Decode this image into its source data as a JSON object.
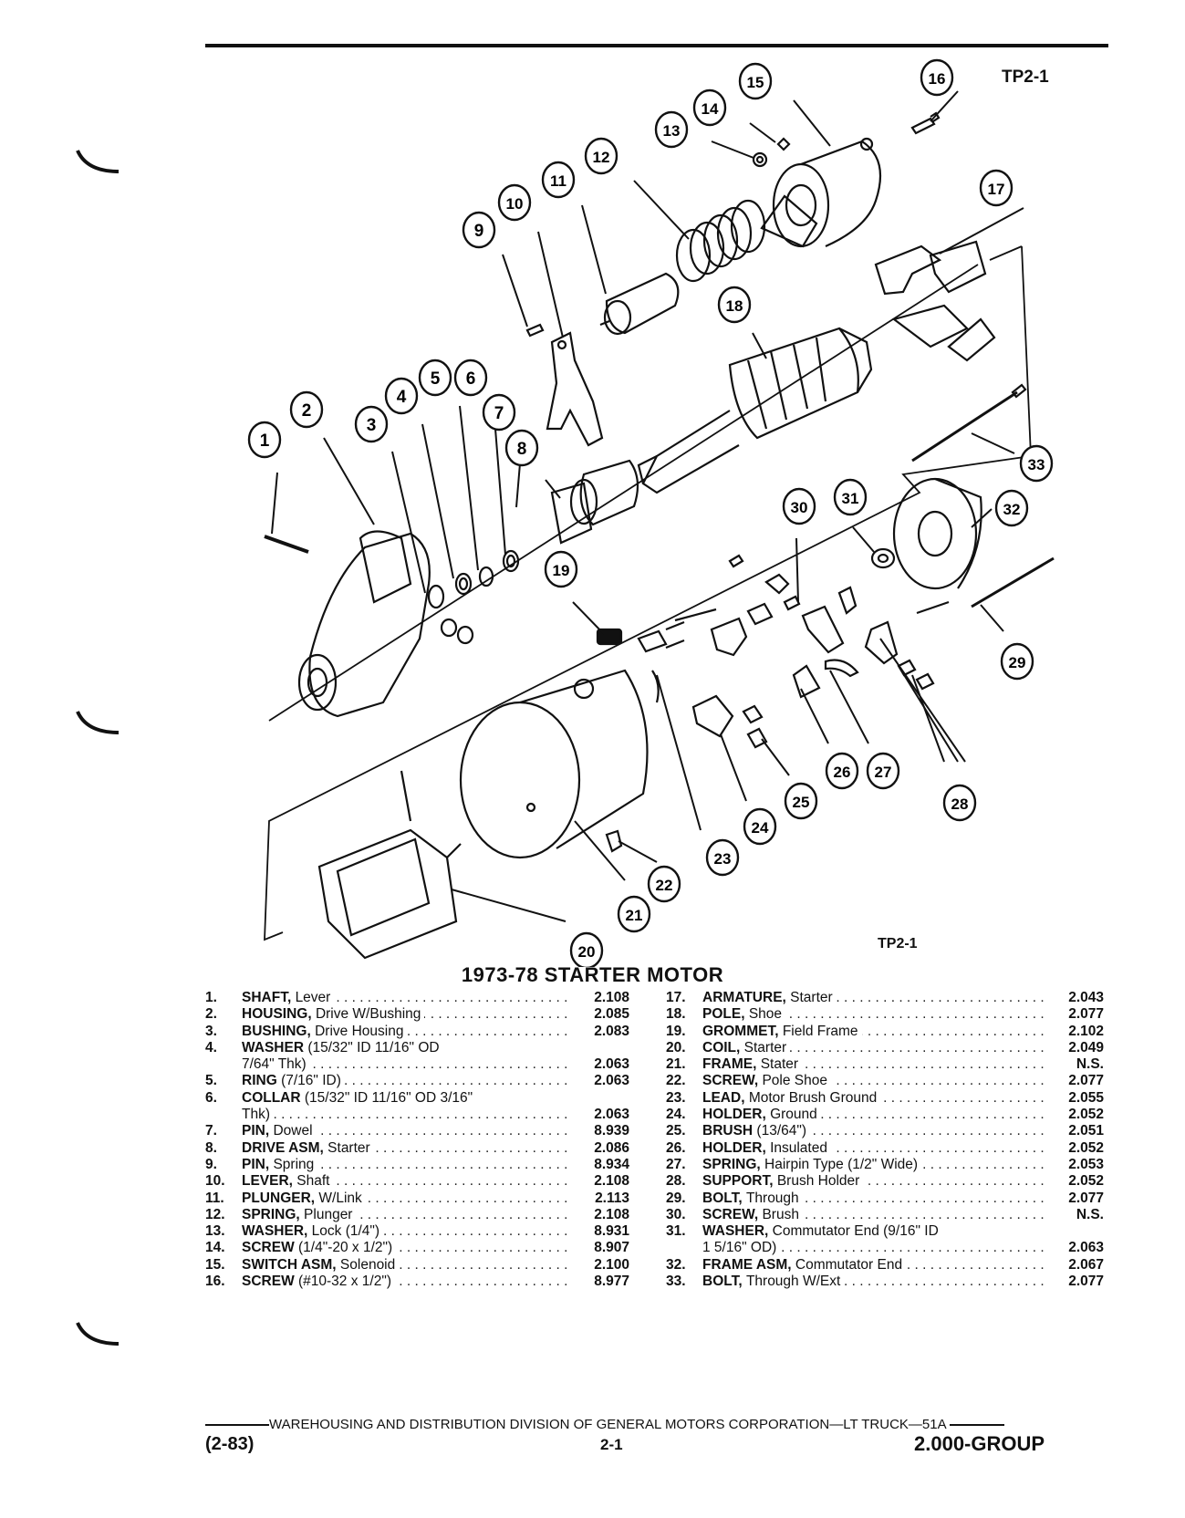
{
  "figure_code": "TP2-1",
  "title": "1973-78 STARTER MOTOR",
  "callouts": [
    "1",
    "2",
    "3",
    "4",
    "5",
    "6",
    "7",
    "8",
    "9",
    "10",
    "11",
    "12",
    "13",
    "14",
    "15",
    "16",
    "17",
    "18",
    "19",
    "20",
    "21",
    "22",
    "23",
    "24",
    "25",
    "26",
    "27",
    "28",
    "29",
    "30",
    "31",
    "32",
    "33"
  ],
  "parts_left": [
    {
      "num": "1.",
      "name": "SHAFT,",
      "desc": "Lever",
      "code": "2.108"
    },
    {
      "num": "2.",
      "name": "HOUSING,",
      "desc": "Drive W/Bushing",
      "code": "2.085"
    },
    {
      "num": "3.",
      "name": "BUSHING,",
      "desc": "Drive Housing",
      "code": "2.083"
    },
    {
      "num": "4.",
      "name": "WASHER",
      "desc": "(15/32\" ID 11/16\" OD",
      "code": ""
    },
    {
      "num": "",
      "name": "",
      "desc": "7/64\" Thk)",
      "code": "2.063"
    },
    {
      "num": "5.",
      "name": "RING",
      "desc": "(7/16\" ID)",
      "code": "2.063"
    },
    {
      "num": "6.",
      "name": "COLLAR",
      "desc": "(15/32\" ID 11/16\" OD 3/16\"",
      "code": ""
    },
    {
      "num": "",
      "name": "",
      "desc": "Thk)",
      "code": "2.063"
    },
    {
      "num": "7.",
      "name": "PIN,",
      "desc": "Dowel",
      "code": "8.939"
    },
    {
      "num": "8.",
      "name": "DRIVE ASM,",
      "desc": "Starter",
      "code": "2.086"
    },
    {
      "num": "9.",
      "name": "PIN,",
      "desc": "Spring",
      "code": "8.934"
    },
    {
      "num": "10.",
      "name": "LEVER,",
      "desc": "Shaft",
      "code": "2.108"
    },
    {
      "num": "11.",
      "name": "PLUNGER,",
      "desc": "W/Link",
      "code": "2.113"
    },
    {
      "num": "12.",
      "name": "SPRING,",
      "desc": "Plunger",
      "code": "2.108"
    },
    {
      "num": "13.",
      "name": "WASHER,",
      "desc": "Lock (1/4\")",
      "code": "8.931"
    },
    {
      "num": "14.",
      "name": "SCREW",
      "desc": "(1/4\"-20 x 1/2\")",
      "code": "8.907"
    },
    {
      "num": "15.",
      "name": "SWITCH ASM,",
      "desc": "Solenoid",
      "code": "2.100"
    },
    {
      "num": "16.",
      "name": "SCREW",
      "desc": "(#10-32 x 1/2\")",
      "code": "8.977"
    }
  ],
  "parts_right": [
    {
      "num": "17.",
      "name": "ARMATURE,",
      "desc": "Starter",
      "code": "2.043"
    },
    {
      "num": "18.",
      "name": "POLE,",
      "desc": "Shoe",
      "code": "2.077"
    },
    {
      "num": "19.",
      "name": "GROMMET,",
      "desc": "Field Frame",
      "code": "2.102"
    },
    {
      "num": "20.",
      "name": "COIL,",
      "desc": "Starter",
      "code": "2.049"
    },
    {
      "num": "21.",
      "name": "FRAME,",
      "desc": "Stater",
      "code": "N.S."
    },
    {
      "num": "22.",
      "name": "SCREW,",
      "desc": "Pole Shoe",
      "code": "2.077"
    },
    {
      "num": "23.",
      "name": "LEAD,",
      "desc": "Motor Brush Ground",
      "code": "2.055"
    },
    {
      "num": "24.",
      "name": "HOLDER,",
      "desc": "Ground",
      "code": "2.052"
    },
    {
      "num": "25.",
      "name": "BRUSH",
      "desc": "(13/64\")",
      "code": "2.051"
    },
    {
      "num": "26.",
      "name": "HOLDER,",
      "desc": "Insulated",
      "code": "2.052"
    },
    {
      "num": "27.",
      "name": "SPRING,",
      "desc": "Hairpin Type (1/2\" Wide)",
      "code": "2.053"
    },
    {
      "num": "28.",
      "name": "SUPPORT,",
      "desc": "Brush Holder",
      "code": "2.052"
    },
    {
      "num": "29.",
      "name": "BOLT,",
      "desc": "Through",
      "code": "2.077"
    },
    {
      "num": "30.",
      "name": "SCREW,",
      "desc": "Brush",
      "code": "N.S."
    },
    {
      "num": "31.",
      "name": "WASHER,",
      "desc": "Commutator End (9/16\" ID",
      "code": ""
    },
    {
      "num": "",
      "name": "",
      "desc": "1 5/16\" OD)",
      "code": "2.063"
    },
    {
      "num": "32.",
      "name": "FRAME ASM,",
      "desc": "Commutator End",
      "code": "2.067"
    },
    {
      "num": "33.",
      "name": "BOLT,",
      "desc": "Through W/Ext",
      "code": "2.077"
    }
  ],
  "footer": {
    "division": "WAREHOUSING AND DISTRIBUTION  DIVISION OF GENERAL MOTORS CORPORATION—LT TRUCK—51A",
    "date": "(2-83)",
    "page": "2-1",
    "group": "2.000-GROUP"
  }
}
